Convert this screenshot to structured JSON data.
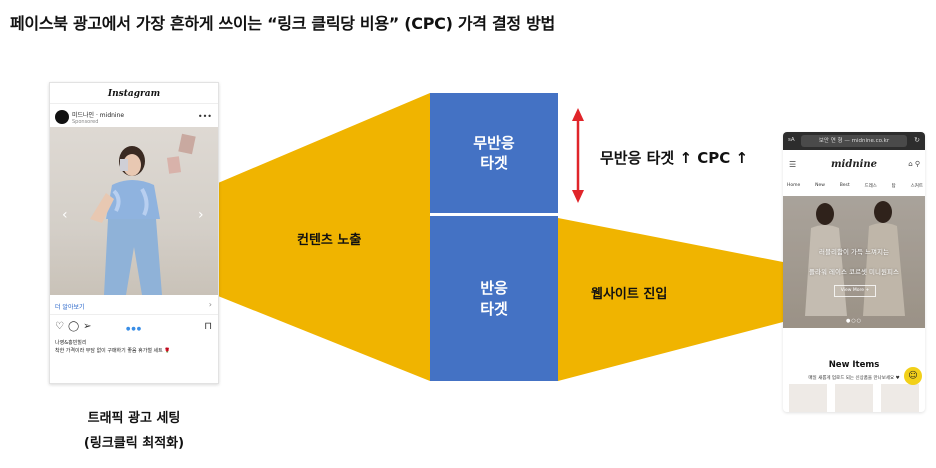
{
  "title": "페이스북 광고에서 가장 흔하게 쓰이는 “링크 클릭당 비용” (CPC) 가격 결정 방법",
  "instagram": {
    "logo": "Instagram",
    "username": "미드나인 · midnine",
    "sponsored": "Sponsored",
    "more_link": "더 알아보기",
    "pager": "●●●",
    "caption_line1": "나영&홍빈힐리",
    "caption_line2": "착한 가격이라 부담 없이 구매하기 좋음 휴가철 세트 🌹"
  },
  "left_caption": {
    "line1": "트래픽 광고 세팅",
    "line2": "(링크클릭 최적화)"
  },
  "funnel": {
    "exposure_label": "컨텐츠 노출",
    "non_response_box": {
      "line1": "무반응",
      "line2": "타겟"
    },
    "response_box": {
      "line1": "반응",
      "line2": "타겟"
    },
    "visit_label": "웹사이트 진입",
    "cpc_note": "무반응 타겟 ↑ CPC ↑",
    "colors": {
      "funnel": "#f0b400",
      "box": "#4472c4",
      "arrow": "#e0252a"
    }
  },
  "phone": {
    "aa": "ꜱA",
    "url": "보안 연 형 — midnine.co.kr",
    "reload": "↻",
    "logo": "midnine",
    "nav": [
      "Home",
      "New",
      "Best",
      "드레스",
      "탑",
      "스커트"
    ],
    "hero_line1": "러블리함이 가득 느껴지는",
    "hero_line2": "플라워 레이스 코르셋 미니원피스",
    "view_more": "View More +",
    "dots": "●○○",
    "new_items_title": "New Items",
    "new_items_sub": "매일 새롭게 업로드 되는 신상품을 만나보세요 ♥",
    "chat_icon": "☺"
  }
}
